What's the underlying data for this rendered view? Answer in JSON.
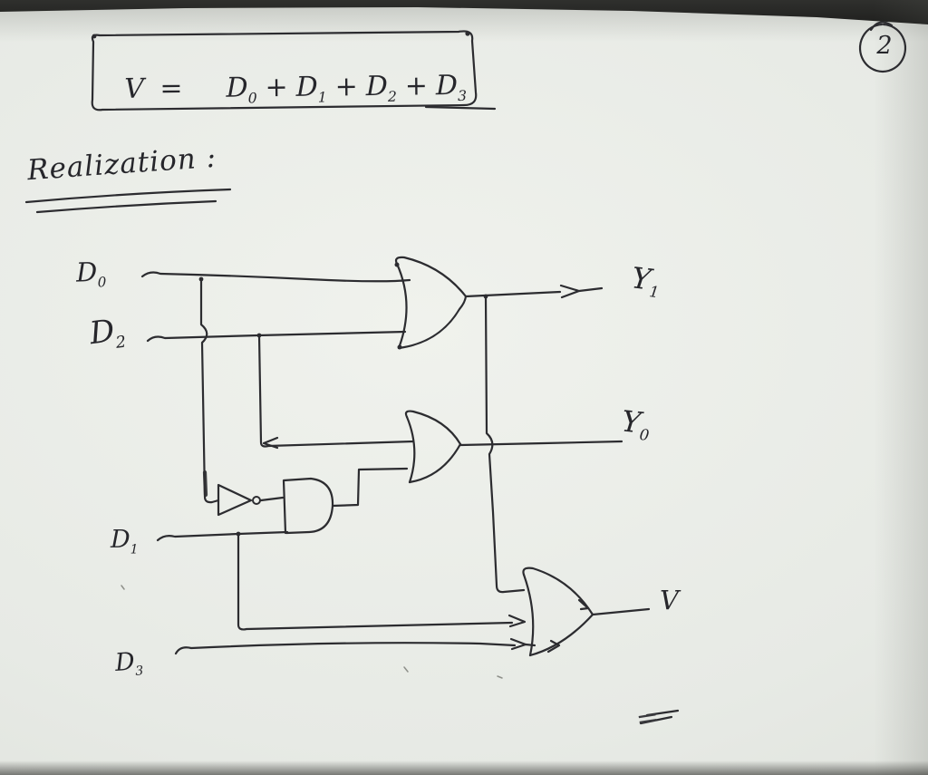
{
  "photo": {
    "page_number": "2",
    "heading": "Realization :",
    "equation": {
      "lhs": "V =",
      "plus": "+",
      "terms": [
        {
          "base": "D",
          "sub": "0"
        },
        {
          "base": "D",
          "sub": "1"
        },
        {
          "base": "D",
          "sub": "2"
        },
        {
          "base": "D",
          "sub": "3"
        }
      ]
    },
    "stray_mark": "=",
    "colors": {
      "ink": "#2c2c30",
      "paper": "#e7eae5",
      "background": "#141413"
    }
  },
  "circuit": {
    "inputs": [
      {
        "base": "D",
        "sub": "0"
      },
      {
        "base": "D",
        "sub": "2"
      },
      {
        "base": "D",
        "sub": "1"
      },
      {
        "base": "D",
        "sub": "3"
      }
    ],
    "outputs": [
      {
        "base": "Y",
        "sub": "1"
      },
      {
        "base": "Y",
        "sub": "0"
      },
      {
        "base": "V",
        "sub": ""
      }
    ],
    "gates": [
      {
        "id": "or-gate-y1",
        "type": "OR",
        "inputs": [
          "D0",
          "D2"
        ],
        "output": "Y1"
      },
      {
        "id": "or-gate-y0",
        "type": "OR",
        "inputs": [
          "D2-branch",
          "AND-out"
        ],
        "output": "Y0"
      },
      {
        "id": "not-gate",
        "type": "NOT",
        "inputs": [
          "D0-branch"
        ],
        "output": "NOT-out"
      },
      {
        "id": "and-gate",
        "type": "AND",
        "inputs": [
          "NOT-out",
          "D1"
        ],
        "output": "AND-out"
      },
      {
        "id": "or-gate-v",
        "type": "OR",
        "inputs": [
          "Y1-node",
          "D1-branch",
          "D3"
        ],
        "output": "V"
      }
    ]
  }
}
